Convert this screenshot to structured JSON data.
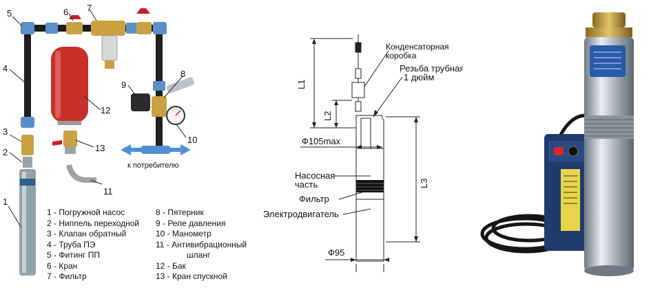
{
  "left": {
    "callouts": [
      "1",
      "2",
      "3",
      "4",
      "5",
      "6",
      "7",
      "8",
      "9",
      "10",
      "11",
      "12",
      "13"
    ],
    "consumer_label": "к потребителю",
    "legend_col1": [
      "1 - Погружной насос",
      "2 - Ниппель переходной",
      "3 - Клапан обратный",
      "4 - Труба ПЭ",
      "5 - Фитинг ПП",
      "6 - Кран",
      "7 - Фильтр"
    ],
    "legend_col2": [
      "8 - Пятерник",
      "9 - Реле давления",
      "10 - Манометр",
      "11 - Антивибрационный",
      "шланг",
      "12 - Бак",
      "13 - Кран спускной"
    ]
  },
  "middle": {
    "capacitor_box": [
      "Конденсаторная",
      "коробка"
    ],
    "thread": [
      "Резьба трубная",
      "1 дюйм"
    ],
    "l1": "L1",
    "l2": "L2",
    "l3": "L3",
    "d_max": "Ф105max",
    "pump_part": [
      "Насосная",
      "часть"
    ],
    "filter": "Фильтр",
    "motor": "Электродвигатель",
    "d_body": "Ф95"
  },
  "colors": {
    "pipe": "#1e1e1e",
    "fitting": "#5b8fc7",
    "valve_handle": "#c8202a",
    "brass": "#c9a042",
    "tank": "#c9302c",
    "arrow": "#4a90d9",
    "steel": "#b9c2cb"
  }
}
